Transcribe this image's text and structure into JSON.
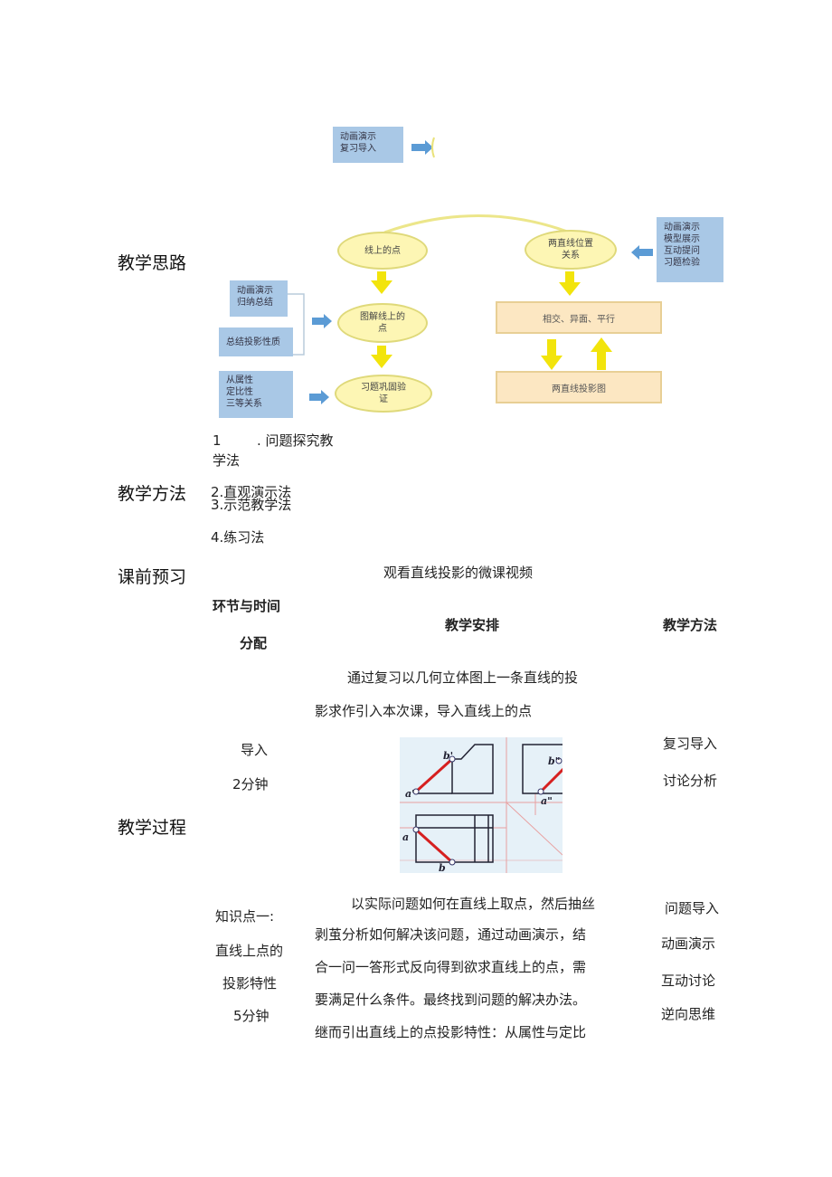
{
  "sections": {
    "thinking": "教学思路",
    "methods": "教学方法",
    "preview": "课前预习",
    "process": "教学过程"
  },
  "flowchart": {
    "top_box": "动画演示\n复习导入",
    "right_box": "动画演示\n模型展示\n互动提问\n习题检验",
    "left_box1": "动画演示\n归纳总结",
    "left_box2": "总结投影性质",
    "left_box3": "从属性\n定比性\n三等关系",
    "oval1": "线上的点",
    "oval2": "图解线上的\n点",
    "oval3": "习题巩固验\n证",
    "oval4": "两直线位置\n关系",
    "rect1": "相交、异面、平行",
    "rect2": "两直线投影图",
    "colors": {
      "blue_box": "#a9c8e6",
      "arrow_blue": "#5b9bd5",
      "arrow_yellow": "#f2e40c",
      "oval_fill": "#fdf6b4",
      "rect_fill": "#fce7c2"
    }
  },
  "methods_list": {
    "m1_num": "1",
    "m1_text": ". 问题探究教",
    "m1_cont": "学法",
    "m2": "2.直观演示法",
    "m3": "3.示范教学法",
    "m4": "4.练习法"
  },
  "preview_text": "观看直线投影的微课视频",
  "table": {
    "headers": {
      "col1_line1": "环节与时间",
      "col1_line2": "分配",
      "col2": "教学安排",
      "col3": "教学方法"
    },
    "row1": {
      "stage": "导入",
      "time": "2分钟",
      "text_line1": "通过复习以几何立体图上一条直线的投",
      "text_line2": "影求作引入本次课，导入直线上的点",
      "methods": [
        "复习导入",
        "讨论分析"
      ],
      "figure_labels": {
        "b_prime": "b'",
        "a_prime": "a'",
        "b_dprime": "b\"",
        "a_dprime": "a\"",
        "a": "a",
        "b": "b"
      }
    },
    "row2": {
      "stage_line1": "知识点一:",
      "stage_line2": "直线上点的",
      "stage_line3": "投影特性",
      "time": "5分钟",
      "text_lines": [
        "以实际问题如何在直线上取点，然后抽丝",
        "剥茧分析如何解决该问题，通过动画演示，结",
        "合一问一答形式反向得到欲求直线上的点，需",
        "要满足什么条件。最终找到问题的解决办法。",
        "继而引出直线上的点投影特性：从属性与定比"
      ],
      "methods": [
        "问题导入",
        "动画演示",
        "互动讨论",
        "逆向思维"
      ]
    }
  }
}
